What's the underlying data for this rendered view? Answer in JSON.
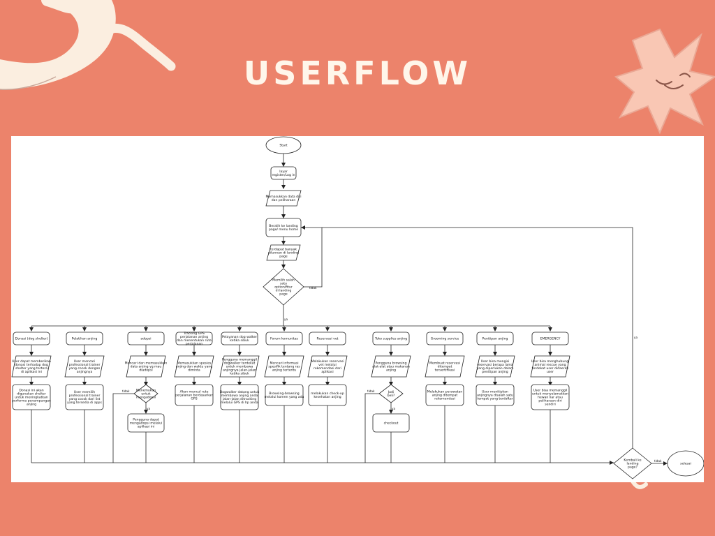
{
  "title": "USERFLOW",
  "colors": {
    "background": "#ec836b",
    "panel": "#ffffff",
    "cream": "#fbeee0",
    "star": "#f9c7b4"
  },
  "flow": {
    "start": "Start",
    "register": "layar register/Log in",
    "input_data": "Memasukkan data diri dan peliharaan",
    "landing": "Beralih ke landing page/ menu home",
    "options": "terdapat banyak pilunnan di landing page",
    "choose": "Memilih salah satu option/fitur di landing page",
    "back_landing": "Kembali ke landing page?",
    "finish": "selesai",
    "edge_ya": "ya",
    "edge_tidak": "tidak"
  },
  "columns": [
    {
      "name": "Donasi (dog shelter)",
      "step1": "User dapat memberikan donasi terhadap dog shelter yang tertera di aplikasi ini",
      "step2": "Donasi ini akan digunakan shelter untuk meningkatkan performa penampungan anjing"
    },
    {
      "name": "Pelatihan anjing",
      "step1": "User mencari professional trainer yang cocok dengan anjingnya",
      "step2": "User memilih professional trainer yang cocok dari list yang tersedia di apps"
    },
    {
      "name": "adopsi",
      "step1": "Mencari dan memasukkan data anjing yg mau diadopsi",
      "decision": "Menemukan untuk mengadopsi",
      "step2": "Pengguna dapat mengadopsi melalui aplikasi ini"
    },
    {
      "name": "Tracking GPS perjalanan anjing dan menentukan rute perjalanan",
      "step1": "Memasukkan spesies anjing dan waktu yang diminta",
      "step2": "Akan muncul rute perjalanan berdasarkan GPS"
    },
    {
      "name": "Pelayanan dog walker ketika sibuk",
      "step1": "Pengguna memanggil dogwalker terdekat untuk membawa anjingnya jalan-jalan ketika sibuk",
      "step2": "Dogwalker datang untuk membawa anjing anda jalan-jalan ditracking melalui GPS di hp anda"
    },
    {
      "name": "Forum komunitas",
      "step1": "Mencari informasi spesifik tentang ras anjing tertentu",
      "step2": "Browsing-browsing melalui komen yang ada"
    },
    {
      "name": "Reservasi vet",
      "step1": "Melakukan reservasi vet melalui rekomendasi dari aplikasi",
      "step2": "melakukan check-up kesehatan anjing"
    },
    {
      "name": "Toko supplies anjing",
      "step1": "Pengguna browsing alat-alat atau makanan anjing",
      "decision": "Jadi beli?",
      "step2": "checkout"
    },
    {
      "name": "Grooming service",
      "step1": "Membuat reservasi ditempat tersertifikasi",
      "step2": "Melakukan perawatan anjing ditempat rekomendasi"
    },
    {
      "name": "Penitipan anjing",
      "step1": "User bisa mengisi reservasi berapa lama yang diperlukan dalam penitipan anjing",
      "step2": "User menitipkan anjingnya disalah satu tempat yang terdaftar"
    },
    {
      "name": "EMERGENCY",
      "step1": "User bisa menghubungi animal rescue yang terdekat user didaerah user",
      "step2": "User bisa memanggil untuk menyelamatkan hewan liar atau peliharaan diri sendiri"
    }
  ]
}
